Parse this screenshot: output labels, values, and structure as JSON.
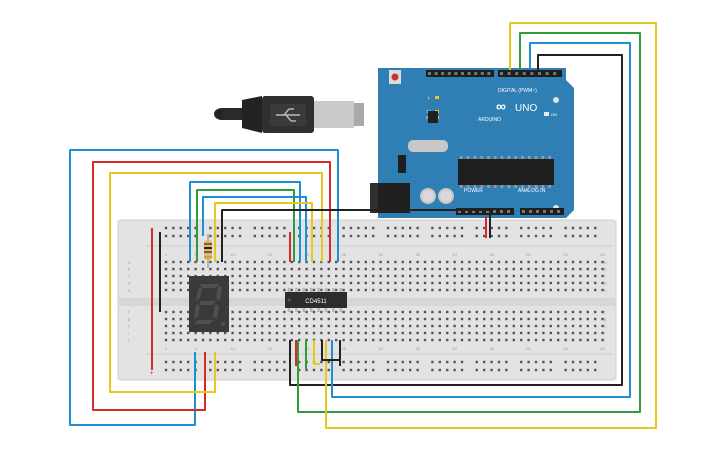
{
  "board": {
    "logo_text": "ARDUINO",
    "model": "UNO",
    "digital_label": "DIGITAL (PWM~)",
    "power_label": "POWER",
    "analog_label": "ANALOG IN",
    "led_l": "L",
    "led_tx": "TX",
    "led_rx": "RX",
    "led_on": "ON"
  },
  "chip": {
    "label": "CD4511"
  },
  "display": {
    "digit": "8"
  },
  "breadboard": {
    "col_numbers": [
      "1",
      "5",
      "10",
      "15",
      "20",
      "25",
      "30",
      "35",
      "40",
      "45",
      "50",
      "55",
      "60"
    ],
    "row_letters_top": [
      "a",
      "b",
      "c",
      "d",
      "e"
    ],
    "row_letters_bottom": [
      "f",
      "g",
      "h",
      "i",
      "j"
    ]
  },
  "colors": {
    "board": "#2f7fb5",
    "breadboard": "#e3e3e3",
    "wire_red": "#d42a2a",
    "wire_green": "#2e9c3a",
    "wire_blue": "#1e8fd4",
    "wire_yellow": "#e8c81c",
    "wire_black": "#222222"
  }
}
